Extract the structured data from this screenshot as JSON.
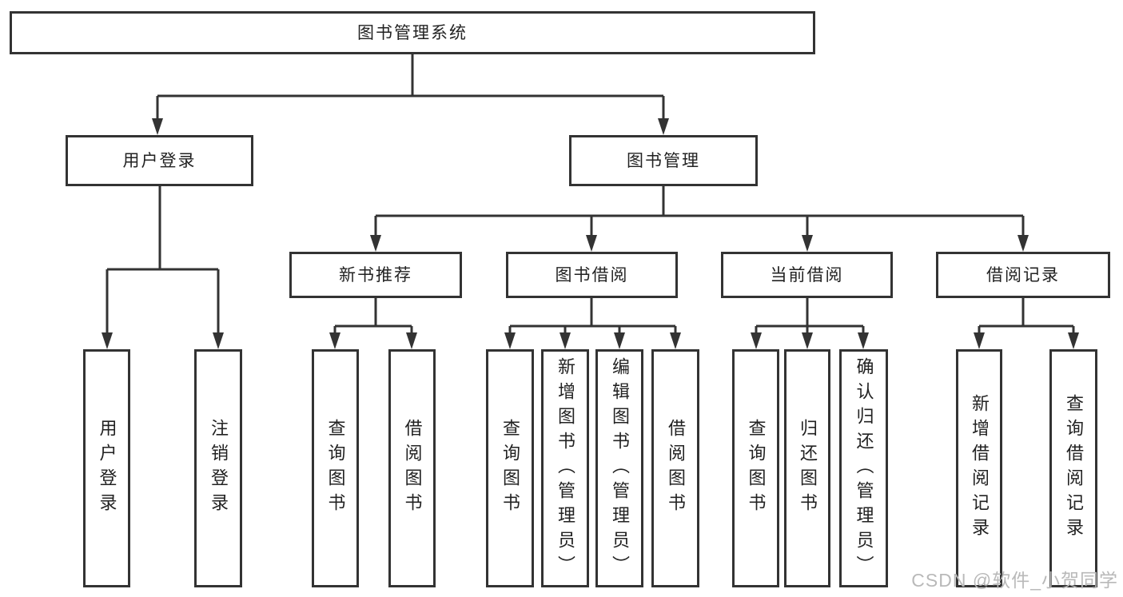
{
  "colors": {
    "line": "#333333",
    "box_border": "#333333",
    "text": "#222222",
    "watermark": "#b9b9b9",
    "background": "#ffffff"
  },
  "tree": {
    "root": {
      "label": "图书管理系统"
    },
    "branches": [
      {
        "label": "用户登录",
        "leaves": [
          {
            "label": "用户登录"
          },
          {
            "label": "注销登录"
          }
        ]
      },
      {
        "label": "图书管理",
        "groups": [
          {
            "label": "新书推荐",
            "leaves": [
              {
                "label": "查询图书"
              },
              {
                "label": "借阅图书"
              }
            ]
          },
          {
            "label": "图书借阅",
            "leaves": [
              {
                "label": "查询图书"
              },
              {
                "label": "新增图书（管理员）"
              },
              {
                "label": "编辑图书（管理员）"
              },
              {
                "label": "借阅图书"
              }
            ]
          },
          {
            "label": "当前借阅",
            "leaves": [
              {
                "label": "查询图书"
              },
              {
                "label": "归还图书"
              },
              {
                "label": "确认归还（管理员）"
              }
            ]
          },
          {
            "label": "借阅记录",
            "leaves": [
              {
                "label": "新增借阅记录"
              },
              {
                "label": "查询借阅记录"
              }
            ]
          }
        ]
      }
    ]
  },
  "watermark": {
    "text": "CSDN @软件_小贺同学"
  }
}
